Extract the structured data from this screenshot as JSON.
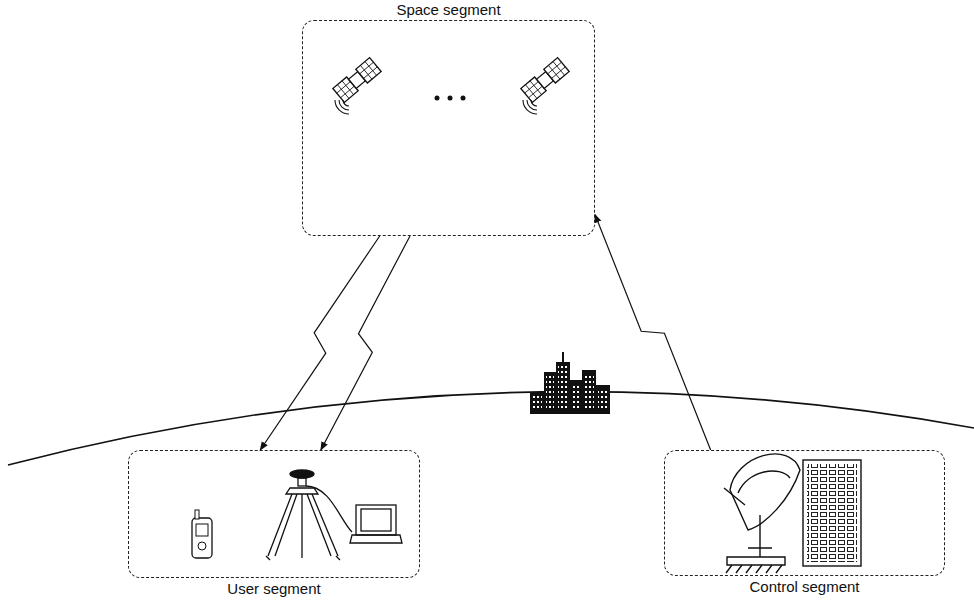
{
  "diagram": {
    "nodes": [
      {
        "text": [
          "Space segment"
        ]
      },
      {
        "text": [
          "User segment"
        ]
      },
      {
        "text": [
          "Control segment"
        ]
      }
    ],
    "edges": [
      {
        "from": 0,
        "to": 1,
        "arrow": "to"
      },
      {
        "from": 0,
        "to": 1,
        "arrow": "to"
      },
      {
        "from": 2,
        "to": 0,
        "arrow": "to"
      }
    ]
  }
}
